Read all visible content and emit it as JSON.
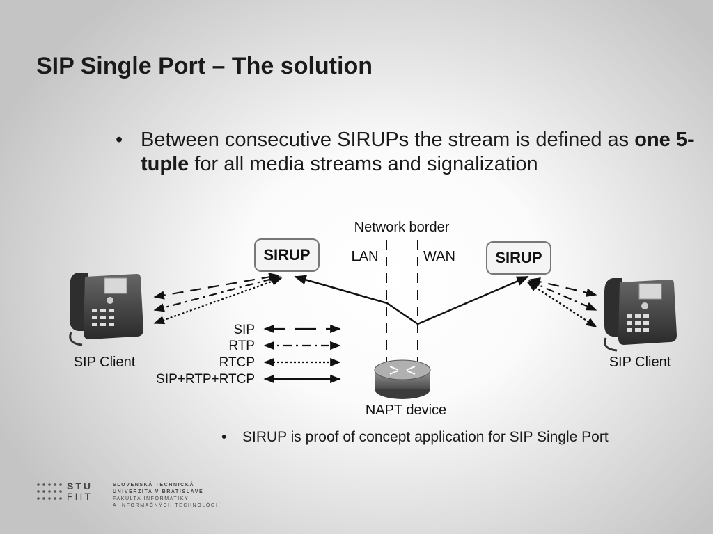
{
  "slide": {
    "title": "SIP Single Port – The solution",
    "bullet1": {
      "text_before": "Between consecutive SIRUPs the stream is defined as ",
      "bold": "one 5-tuple",
      "text_after": " for all media streams and signalization"
    },
    "bullet2": "SIRUP is proof of concept application for SIP Single Port",
    "bullet_symbol": "•"
  },
  "diagram": {
    "network_border": "Network border",
    "lan": "LAN",
    "wan": "WAN",
    "sirup_left": "SIRUP",
    "sirup_right": "SIRUP",
    "client_left": "SIP Client",
    "client_right": "SIP Client",
    "napt_device": "NAPT device",
    "legend": [
      "SIP",
      "RTP",
      "RTCP",
      "SIP+RTP+RTCP"
    ]
  },
  "footer": {
    "short_line1": "STU",
    "short_line2": "FIIT",
    "uni_line1": "SLOVENSKÁ TECHNICKÁ",
    "uni_line2": "UNIVERZITA V BRATISLAVE",
    "uni_line3": "FAKULTA INFORMATIKY",
    "uni_line4": "A INFORMAČNÝCH TECHNOLÓGIÍ"
  }
}
